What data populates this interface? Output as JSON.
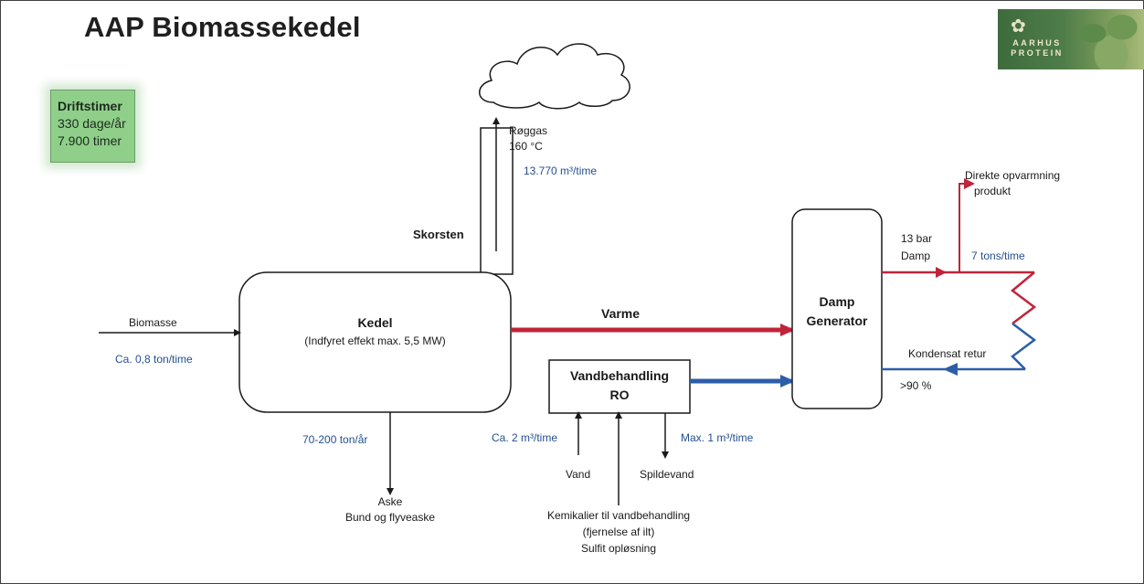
{
  "title": "AAP Biomassekedel",
  "logo": {
    "brand_line1": "AARHUS",
    "brand_line2": "PROTEIN"
  },
  "operating_hours": {
    "heading": "Driftstimer",
    "days": "330 dage/år",
    "hours": "7.900 timer"
  },
  "flue_gas": {
    "label": "Røggas",
    "temp": "160 °C",
    "flow": "13.770 m³/time"
  },
  "chimney": {
    "label": "Skorsten"
  },
  "biomass": {
    "label": "Biomasse",
    "rate": "Ca. 0,8 ton/time"
  },
  "boiler": {
    "name": "Kedel",
    "detail": "(Indfyret effekt max. 5,5 MW)"
  },
  "ash": {
    "rate": "70-200 ton/år",
    "label": "Aske",
    "detail": "Bund og flyveaske"
  },
  "heat": {
    "label": "Varme"
  },
  "water_treatment": {
    "line1": "Vandbehandling",
    "line2": "RO"
  },
  "water_in": {
    "rate": "Ca. 2 m³/time",
    "label": "Vand"
  },
  "waste_water": {
    "rate": "Max. 1 m³/time",
    "label": "Spildevand"
  },
  "chemicals": {
    "line1": "Kemikalier til vandbehandling",
    "line2": "(fjernelse af ilt)",
    "line3": "Sulfit opløsning"
  },
  "steam_generator": {
    "line1": "Damp",
    "line2": "Generator"
  },
  "steam": {
    "pressure": "13 bar",
    "label": "Damp",
    "flow": "7 tons/time"
  },
  "direct_heating": {
    "line1": "Direkte opvarmning",
    "line2": "produkt"
  },
  "condensate": {
    "label": "Kondensat retur",
    "rate": ">90 %"
  },
  "colors": {
    "hot": "#c0243a",
    "cold": "#2c5ea8",
    "line": "#1a1a1a",
    "box_green": "#8fcf8a"
  }
}
